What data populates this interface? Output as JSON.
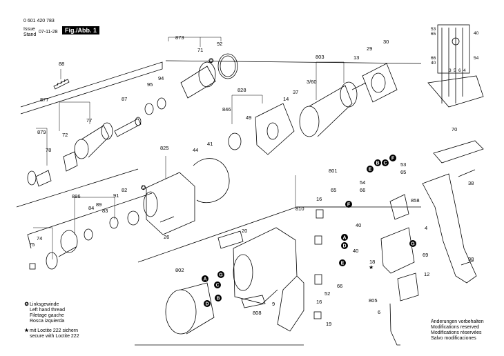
{
  "header": {
    "doc_number": "0 601 420 783",
    "issue_label": "Issue",
    "stand_label": "Stand",
    "date": "07-11-28",
    "figure": "Fig./Abb. 1"
  },
  "legend": {
    "left_hand_thread": [
      "Linksgewinde",
      "Left hand thread",
      "Filetage gauche",
      "Rosca izquierda"
    ],
    "loctite": [
      "mit Loctite 222 sichern",
      "secure with Loctite 222"
    ]
  },
  "footer_notes": [
    "Änderungen vorbehalten",
    "Modifications reserved",
    "Modifications réservées",
    "Salvo modificaciones"
  ],
  "part_labels": {
    "l88": "88",
    "l873": "873",
    "l92": "92",
    "l71": "71",
    "l95": "95",
    "l94": "94",
    "l803": "803",
    "l29": "29",
    "l30": "30",
    "l13": "13",
    "l3_60": "3/60",
    "l877": "877",
    "l87": "87",
    "l828": "828",
    "l37": "37",
    "l14": "14",
    "l879": "879",
    "l72": "72",
    "l77": "77",
    "l846": "846",
    "l49": "49",
    "l78": "78",
    "l825": "825",
    "l44": "44",
    "l41": "41",
    "l70": "70",
    "l801": "801",
    "l53": "53",
    "l65": "65",
    "l54": "54",
    "l66": "66",
    "l38a": "38",
    "l886": "886",
    "l84": "84",
    "l89": "89",
    "l83": "83",
    "l91": "91",
    "l82": "82",
    "l65b": "65",
    "l858": "858",
    "l810": "810",
    "l16a": "16",
    "l75": "75",
    "l74": "74",
    "l26": "26",
    "l20": "20",
    "l40a": "40",
    "l40b": "40",
    "l4": "4",
    "l802": "802",
    "l18": "18",
    "l69": "69",
    "l52": "52",
    "l66b": "66",
    "l16b": "16",
    "l12": "12",
    "l9": "9",
    "l808": "808",
    "l805": "805",
    "l6": "6",
    "l19": "19",
    "l38b": "38"
  },
  "callouts": {
    "A": "A",
    "B": "B",
    "C": "C",
    "D": "D",
    "E": "E",
    "F": "F",
    "G": "G"
  },
  "wiring": {
    "labels": [
      "53",
      "65",
      "66",
      "40",
      "40",
      "54"
    ],
    "terminals": [
      "3",
      "5",
      "6",
      "4"
    ]
  }
}
